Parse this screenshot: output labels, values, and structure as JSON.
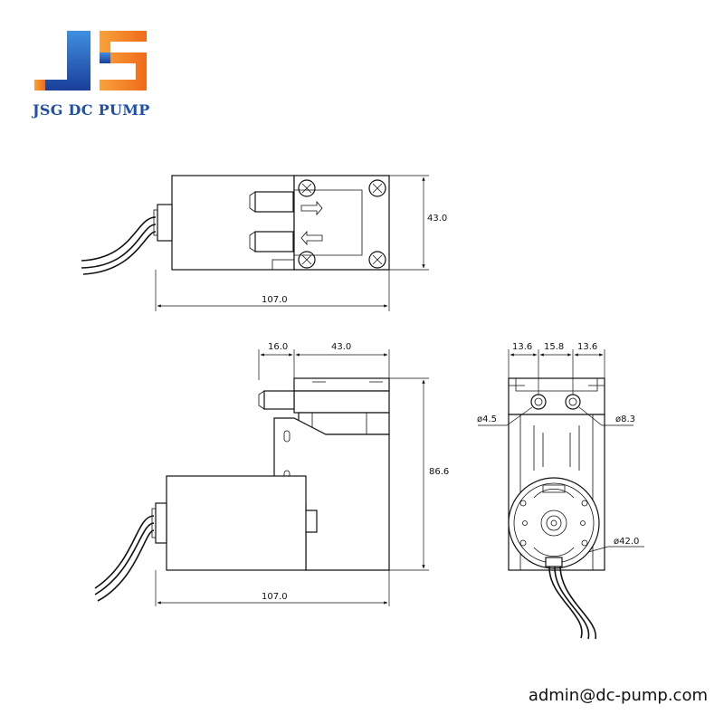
{
  "brand": {
    "name": "JSG DC PUMP",
    "logo_colors": {
      "blue": "#1f4fa8",
      "orange": "#f57c1f"
    }
  },
  "contact": {
    "email": "admin@dc-pump.com"
  },
  "top_view": {
    "height_dim": "43.0",
    "length_dim": "107.0"
  },
  "side_view": {
    "offset_dim": "16.0",
    "head_width_dim": "43.0",
    "height_dim": "86.6",
    "length_dim": "107.0"
  },
  "end_view": {
    "left_dim": "13.6",
    "center_dim": "15.8",
    "right_dim": "13.6",
    "inlet_dia": "ø4.5",
    "outlet_dia": "ø8.3",
    "motor_dia": "ø42.0"
  }
}
